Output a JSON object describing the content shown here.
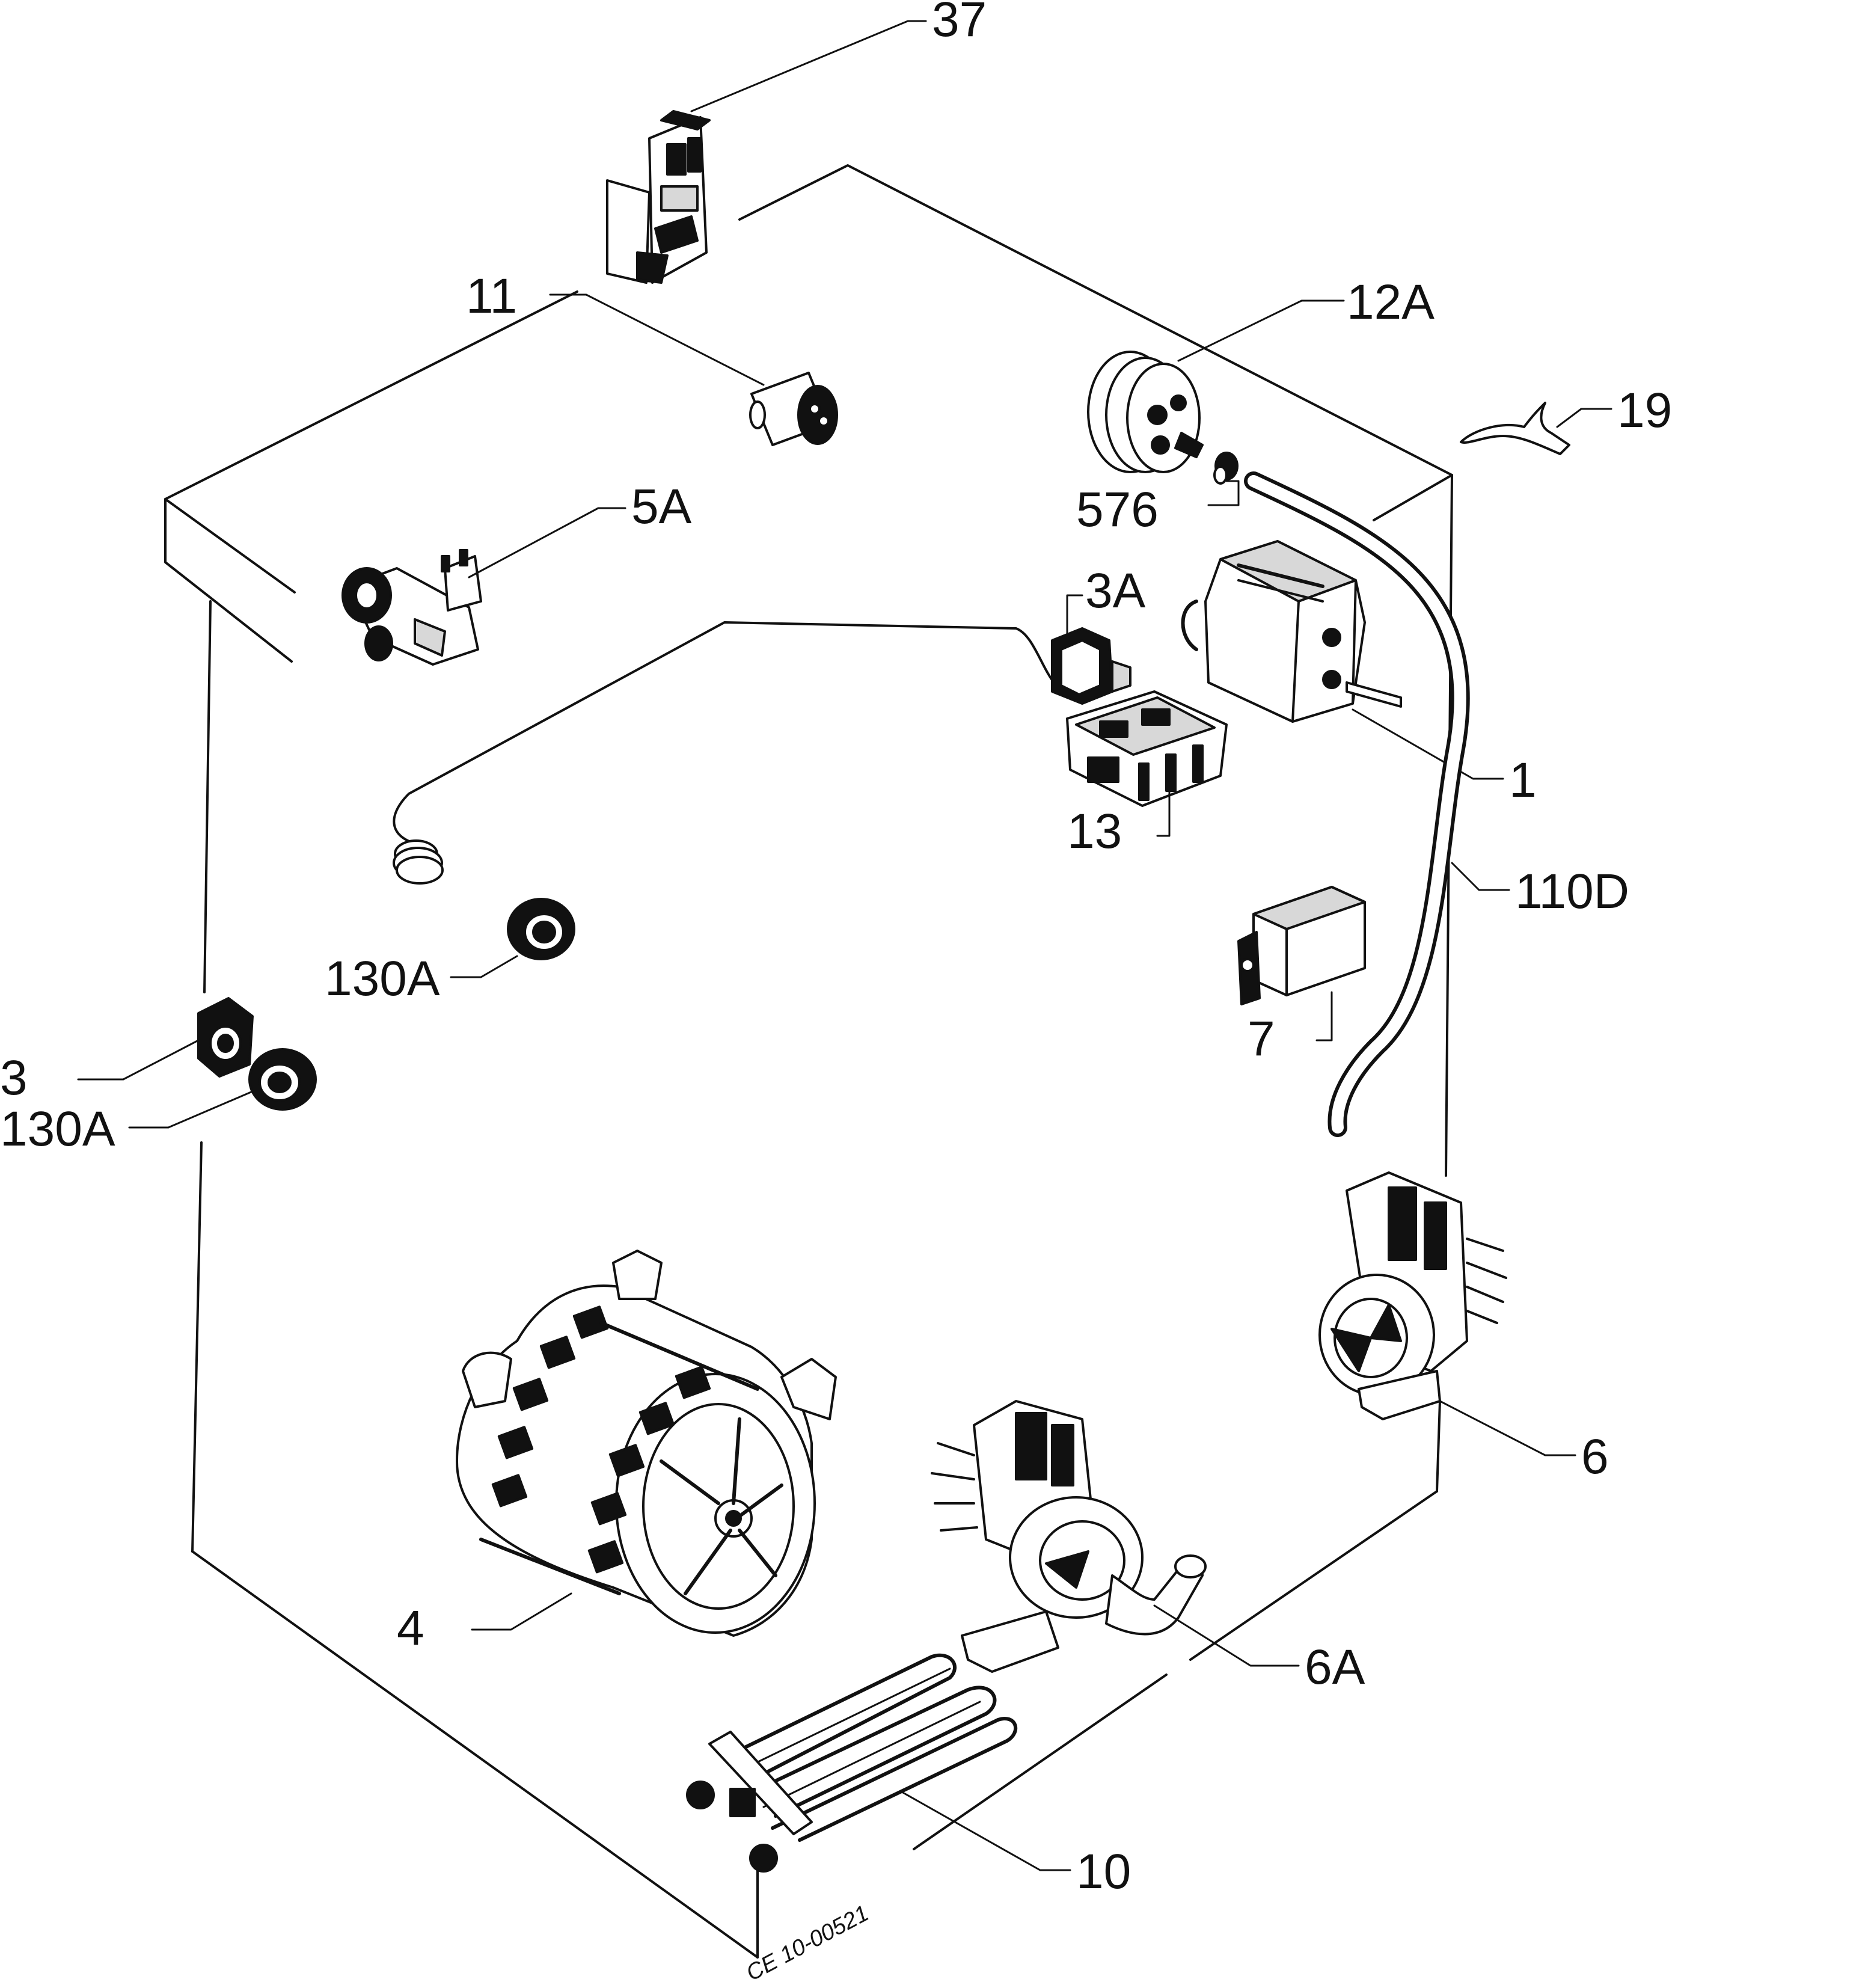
{
  "labels": {
    "p37": "37",
    "p11": "11",
    "p12a": "12A",
    "p19": "19",
    "p5a": "5A",
    "p576": "576",
    "p3a": "3A",
    "p1": "1",
    "p13": "13",
    "p110d": "110D",
    "p130a_upper": "130A",
    "p7": "7",
    "p3": "3",
    "p130a_lower": "130A",
    "p6": "6",
    "p4": "4",
    "p6a": "6A",
    "p10": "10"
  },
  "drawing_code": "CE 10-00521",
  "colors": {
    "ink": "#111111",
    "paper": "#ffffff"
  }
}
